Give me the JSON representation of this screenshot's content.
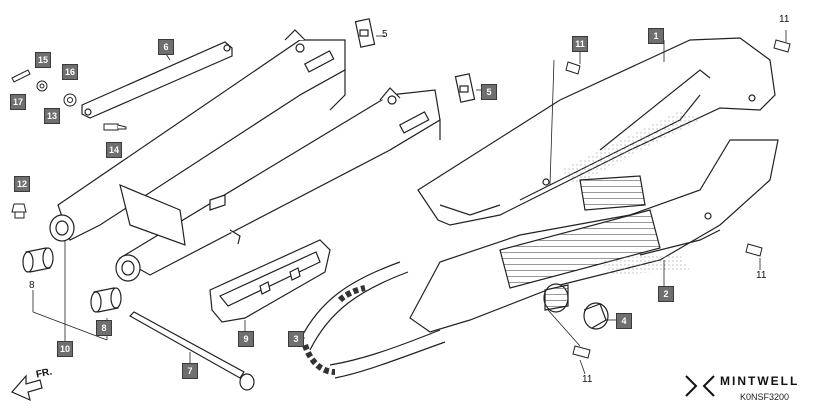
{
  "diagram": {
    "callouts": [
      {
        "id": "c1",
        "label": "1"
      },
      {
        "id": "c2",
        "label": "2"
      },
      {
        "id": "c3",
        "label": "3"
      },
      {
        "id": "c4",
        "label": "4"
      },
      {
        "id": "c5a",
        "label": "5"
      },
      {
        "id": "c5b",
        "label": "5"
      },
      {
        "id": "c6",
        "label": "6"
      },
      {
        "id": "c7",
        "label": "7"
      },
      {
        "id": "c8a",
        "label": "8"
      },
      {
        "id": "c8b",
        "label": "8"
      },
      {
        "id": "c9",
        "label": "9"
      },
      {
        "id": "c10",
        "label": "10"
      },
      {
        "id": "c11a",
        "label": "11"
      },
      {
        "id": "c11b",
        "label": "11"
      },
      {
        "id": "c11c",
        "label": "11"
      },
      {
        "id": "c11d",
        "label": "11"
      },
      {
        "id": "c12",
        "label": "12"
      },
      {
        "id": "c13",
        "label": "13"
      },
      {
        "id": "c14",
        "label": "14"
      },
      {
        "id": "c15",
        "label": "15"
      },
      {
        "id": "c16",
        "label": "16"
      },
      {
        "id": "c17",
        "label": "17"
      }
    ],
    "direction_label": "FR.",
    "brand_name": "MINTWELL",
    "diagram_code": "K0NSF3200"
  }
}
